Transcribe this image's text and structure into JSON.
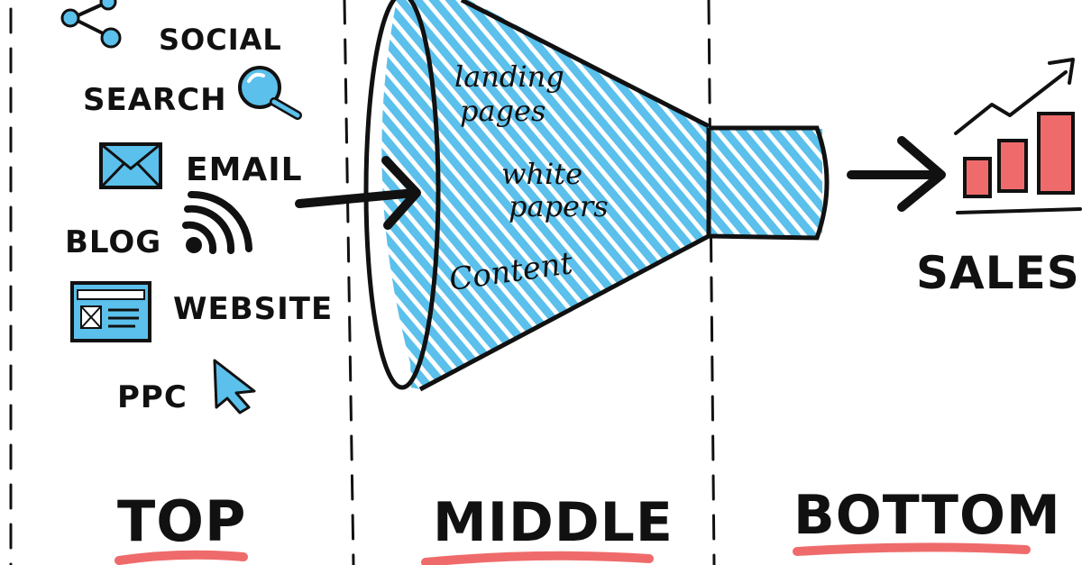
{
  "channels": {
    "social": "SOCIAL",
    "search": "SEARCH",
    "email": "EMAIL",
    "blog": "BLOG",
    "website": "WEBSITE",
    "ppc": "PPC"
  },
  "funnel_items": {
    "landing": [
      "landing",
      "pages"
    ],
    "white": [
      "white",
      "papers"
    ],
    "content": "Content"
  },
  "sales_label": "SALES",
  "stages": {
    "top": "TOP",
    "middle": "MIDDLE",
    "bottom": "BOTTOM"
  },
  "colors": {
    "ink": "#111111",
    "blue": "#5bc0eb",
    "red": "#ef6b6b"
  }
}
